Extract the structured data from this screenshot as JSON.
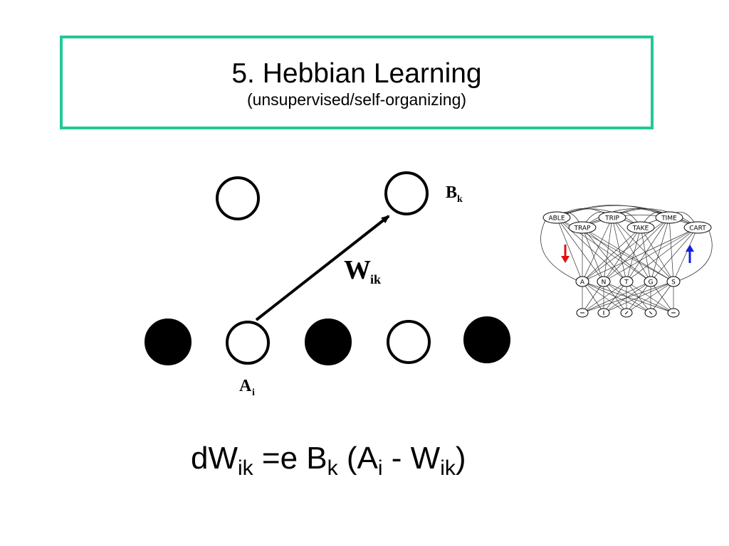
{
  "title": {
    "main": "5. Hebbian Learning",
    "sub": "(unsupervised/self-organizing)"
  },
  "diagram": {
    "label_b": "B",
    "label_b_sub": "k",
    "label_w": "W",
    "label_w_sub": "ik",
    "label_a": "A",
    "label_a_sub": "i"
  },
  "equation": {
    "p1": "dW",
    "s1": "ik",
    "p2": " =e B",
    "s2": "k",
    "p3": " (A",
    "s3": "i",
    "p4": " - W",
    "s4": "ik",
    "p5": ")"
  },
  "network": {
    "word_nodes": [
      "ABLE",
      "TRIP",
      "TIME",
      "TRAP",
      "TAKE",
      "CART"
    ],
    "letter_nodes": [
      "A",
      "N",
      "T",
      "G",
      "S"
    ],
    "colors": {
      "down_arrow": "#e01010",
      "up_arrow": "#1020e0"
    }
  }
}
